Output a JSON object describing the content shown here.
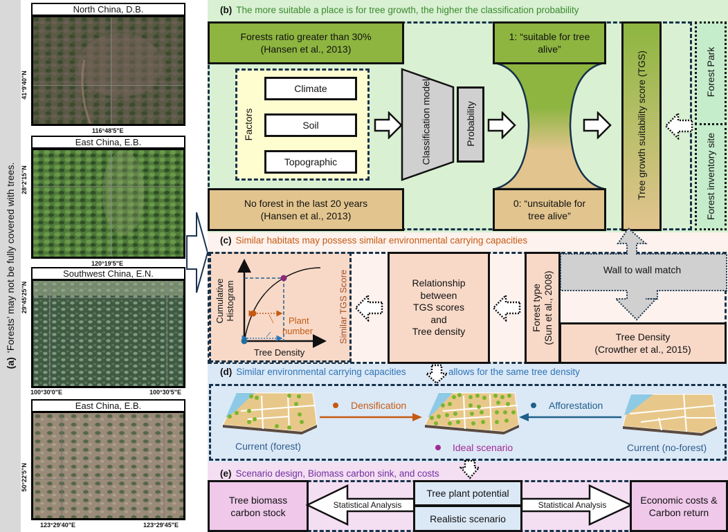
{
  "colors": {
    "section_b_bg": "#d9f0d3",
    "section_c_bg": "#fdf2ee",
    "section_d_bg": "#dbe8f6",
    "section_e_bg": "#f4def2",
    "forest_green": "#8db540",
    "tan": "#e2c48e",
    "factors_bg": "#fdfdd0",
    "gray": "#d0d0d0",
    "title_b": "#3a8a2e",
    "title_c": "#c55a11",
    "title_d": "#2e75b6",
    "title_e": "#7030a0",
    "densification": "#c55a11",
    "afforestation": "#1f5f8b",
    "ideal": "#a02b93"
  },
  "panel_a": {
    "label": "(a)",
    "caption": "‘Forests’ may not be fully covered with trees.",
    "images": [
      {
        "title": "North China, D.B.",
        "lat": "41°9'40\"N",
        "lon_left": "",
        "lon_center": "116°48'5\"E",
        "lon_right": ""
      },
      {
        "title": "East China, E.B.",
        "lat": "28°2'15\"N",
        "lon_left": "",
        "lon_center": "120°19'5\"E",
        "lon_right": ""
      },
      {
        "title": "Southwest China, E.N.",
        "lat": "29°45'25\"N",
        "lon_left": "100°30'0\"E",
        "lon_center": "",
        "lon_right": "100°30'5\"E"
      },
      {
        "title": "East China, E.B.",
        "lat": "50°22'5\"N",
        "lon_left": "123°29'40\"E",
        "lon_center": "",
        "lon_right": "123°29'45\"E"
      }
    ]
  },
  "panel_b": {
    "label": "(b)",
    "title": "The more suitable a place is for tree growth, the higher the classification probability",
    "forest_box": {
      "line1": "Forests ratio greater than 30%",
      "line2": "(Hansen et al., 2013)"
    },
    "noforest_box": {
      "line1": "No forest in the last 20 years",
      "line2": "(Hansen et al., 2013)"
    },
    "factors_label": "Factors",
    "factors": [
      "Climate",
      "Soil",
      "Topographic"
    ],
    "classification_model": "Classification model",
    "probability": "Probability",
    "suitable": {
      "line1": "1: “suitable for tree",
      "line2": "alive”"
    },
    "unsuitable": {
      "line1": "0: “unsuitable for",
      "line2": "tree alive”"
    },
    "tgs": "Tree growth suitability score (TGS)",
    "forest_park": "Forest Park",
    "forest_inventory": "Forest inventory site"
  },
  "panel_c": {
    "label": "(c)",
    "title": "Similar habitats may possess similar environmental carrying capacities",
    "chart": {
      "ylabel_line1": "Cumulative",
      "ylabel_line2": "Histogram",
      "xlabel": "Tree Density",
      "plant_number_line1": "Plant",
      "plant_number_line2": "number",
      "similar_tgs": "Similar TGS Score"
    },
    "relationship": [
      "Relationship",
      "between",
      "TGS scores",
      "and",
      "Tree density"
    ],
    "forest_type": {
      "line1": "Forest type",
      "line2": "(Sun et al., 2008)"
    },
    "wall_to_wall": "Wall to wall match",
    "tree_density": {
      "line1": "Tree Density",
      "line2": "(Crowther et al., 2015)"
    }
  },
  "panel_d": {
    "label": "(d)",
    "title_left": "Similar environmental carrying capacities",
    "title_right": "allows for the same tree density",
    "densification": "Densification",
    "afforestation": "Afforestation",
    "current_forest": "Current (forest)",
    "ideal_scenario": "Ideal scenario",
    "current_noforest": "Current (no-forest)"
  },
  "panel_e": {
    "label": "(e)",
    "title": "Scenario design, Biomass carbon sink, and costs",
    "carbon_stock": {
      "line1": "Tree biomass",
      "line2": "carbon stock"
    },
    "stat_left": "Statistical Analysis",
    "plant_potential": "Tree plant potential",
    "realistic": "Realistic scenario",
    "stat_right": "Statistical Analysis",
    "economic": {
      "line1": "Economic costs &",
      "line2": "Carbon return"
    }
  }
}
